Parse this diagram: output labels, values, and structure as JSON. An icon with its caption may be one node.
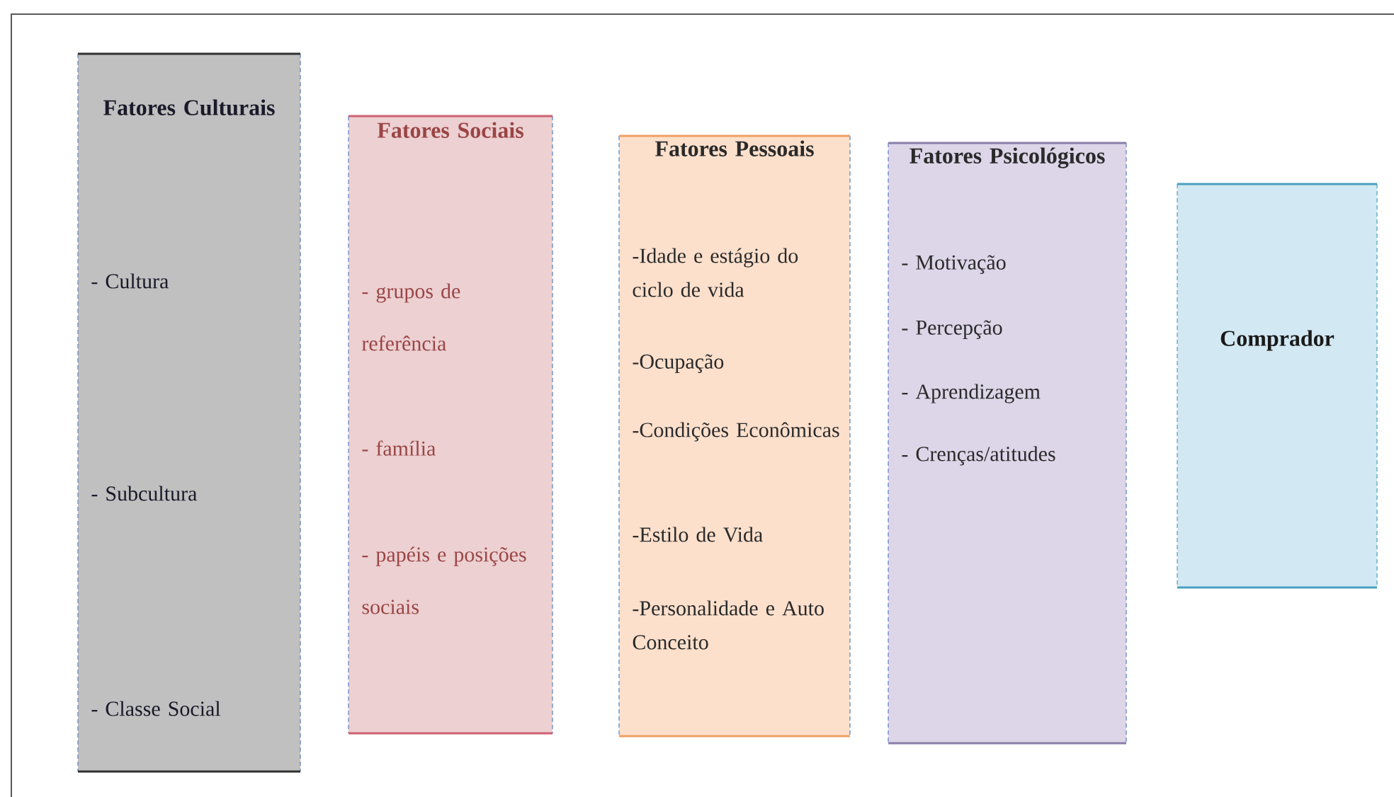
{
  "diagram": {
    "nodes": [
      {
        "text": [
          "Fatores Culturais",
          "- Cultura",
          "- Subcultura",
          "- Classe Social"
        ]
      },
      {
        "text": [
          "Fatores Sociais",
          "- grupos de referência",
          "- família",
          "- papéis e posições sociais"
        ]
      },
      {
        "text": [
          "Fatores Pessoais",
          "-Idade e estágio do ciclo de vida",
          "-Ocupação",
          "-Condições Econômicas",
          "-Estilo de Vida",
          "-Personalidade e Auto Conceito"
        ]
      },
      {
        "text": [
          "Fatores Psicológicos",
          "- Motivação",
          "- Percepção",
          "- Aprendizagem",
          "- Crenças/atitudes"
        ]
      },
      {
        "text": [
          "Comprador"
        ]
      }
    ],
    "edges": []
  }
}
